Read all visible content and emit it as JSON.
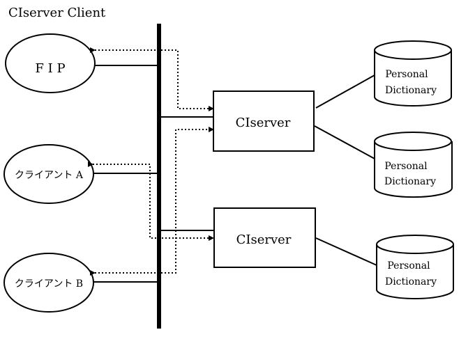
{
  "title": "CIserver Client",
  "clients": [
    {
      "id": "fip",
      "label": "F I P"
    },
    {
      "id": "client-a",
      "label": "クライアント A"
    },
    {
      "id": "client-b",
      "label": "クライアント B"
    }
  ],
  "servers": [
    {
      "id": "server-1",
      "label": "CIserver"
    },
    {
      "id": "server-2",
      "label": "CIserver"
    }
  ],
  "dictionaries": [
    {
      "id": "dict-1",
      "line1": "Personal",
      "line2": "Dictionary"
    },
    {
      "id": "dict-2",
      "line1": "Personal",
      "line2": "Dictionary"
    },
    {
      "id": "dict-3",
      "line1": "Personal",
      "line2": "Dictionary"
    }
  ],
  "colors": {
    "stroke": "#000000",
    "background": "#ffffff"
  }
}
